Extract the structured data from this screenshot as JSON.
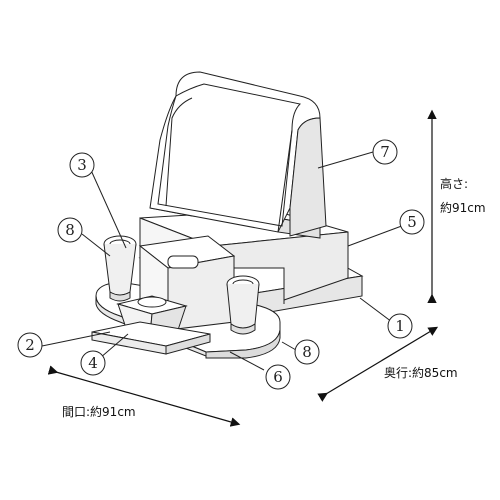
{
  "callouts": [
    {
      "id": "1",
      "label": "1"
    },
    {
      "id": "2",
      "label": "2"
    },
    {
      "id": "3",
      "label": "3"
    },
    {
      "id": "4",
      "label": "4"
    },
    {
      "id": "5",
      "label": "5"
    },
    {
      "id": "6",
      "label": "6"
    },
    {
      "id": "7",
      "label": "7"
    },
    {
      "id": "8a",
      "label": "8"
    },
    {
      "id": "8b",
      "label": "8"
    }
  ],
  "dimensions": {
    "height_label": "高さ:",
    "height_value": "約91cm",
    "depth_label": "奥行:約85cm",
    "width_label": "間口:約91cm"
  },
  "colors": {
    "line": "#222222",
    "stone_face": "#ffffff",
    "stone_shade": "#d9d9d9",
    "stone_mid": "#eeeeee"
  }
}
